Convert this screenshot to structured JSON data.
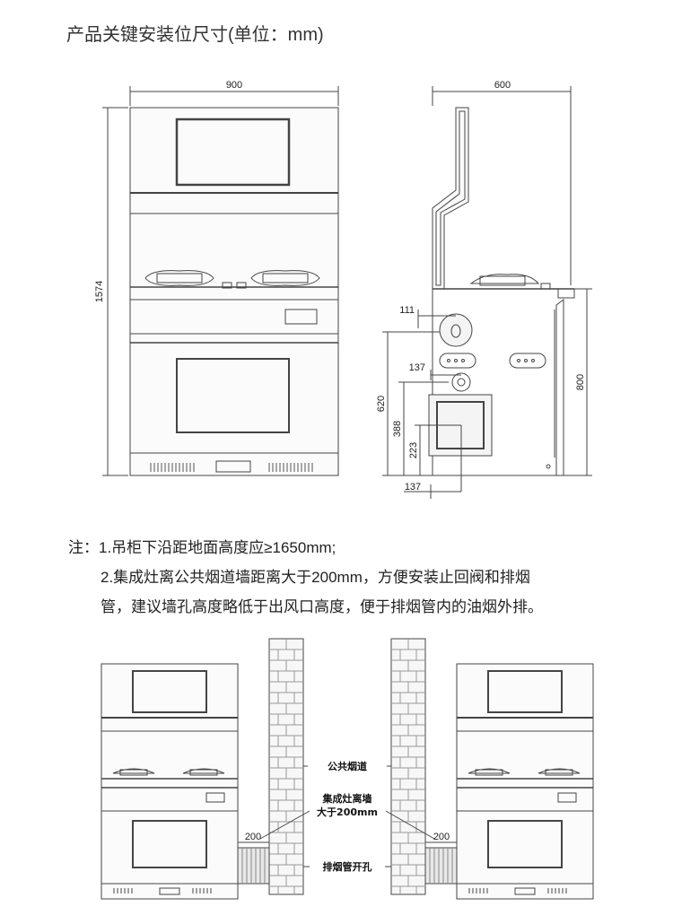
{
  "title": "产品关键安装位尺寸(单位：mm)",
  "dimensions": {
    "front_width": "900",
    "front_height": "1574",
    "side_depth": "600",
    "side_height": "800",
    "d620": "620",
    "d388": "388",
    "d223": "223",
    "d111": "111",
    "d137_top": "137",
    "d137_bottom": "137"
  },
  "notes": {
    "line1": "注：1.吊柜下沿距地面高度应≥1650mm;",
    "line2": "2.集成灶离公共烟道墙距离大于200mm，方便安装止回阀和排烟",
    "line3": "管，建议墙孔高度略低于出风口高度，便于排烟管内的油烟外排。"
  },
  "install": {
    "flue_label": "公共烟道",
    "distance_label_line1": "集成灶离墙",
    "distance_label_line2": "大于200mm",
    "hole_label": "排烟管开孔",
    "gap_left": "200",
    "gap_right": "200"
  }
}
